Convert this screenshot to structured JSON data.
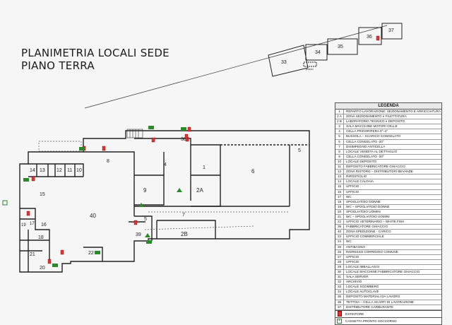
{
  "title": {
    "line1": "PLANIMETRIA LOCALI SEDE",
    "line2": "PIANO TERRA"
  },
  "rooms": {
    "r1": "1",
    "r2A": "2A",
    "r2B": "2B",
    "r4": "4",
    "r5a": "5",
    "r5b": "5",
    "r6": "6",
    "r7": "7",
    "r8": "8",
    "r9": "9",
    "r10": "10",
    "r11": "11",
    "r12": "12",
    "r13": "13",
    "r14": "14",
    "r15": "15",
    "r16": "16",
    "r17": "17",
    "r18": "18",
    "r19": "19",
    "r20": "20",
    "r21": "21",
    "r22": "22",
    "r33": "33",
    "r34": "34",
    "r35": "35",
    "r36": "36",
    "r37": "37",
    "r38": "38",
    "r39": "39",
    "r40": "40",
    "pozzo": "pozzo"
  },
  "legend": {
    "title": "LEGENDA",
    "items": [
      {
        "n": "1",
        "t": "REPARTO LAVORAZIONE: SEZIONAMENTO E ARRICCIATURA"
      },
      {
        "n": "2 A",
        "t": "ZONA SEZIONAMENTO e FILETTATURA"
      },
      {
        "n": "2 B",
        "t": "LABORATORIO TECNICO e DEPOSITO"
      },
      {
        "n": "3",
        "t": "SALA MACCHINE MOTORI CELLE"
      },
      {
        "n": "4",
        "t": "CELLA FRIGORIFERA 0°÷4°"
      },
      {
        "n": "5",
        "t": "BUSSOLA – SCARICO CONGELATO"
      },
      {
        "n": "6",
        "t": "CELLA CONGELATO -20°"
      },
      {
        "n": "7",
        "t": "DISIMPEGNO ANTICELLA"
      },
      {
        "n": "8",
        "t": "LOCALE VENDITA AL DETTAGLIO"
      },
      {
        "n": "9",
        "t": "CELLA CONGELATO -20°"
      },
      {
        "n": "10",
        "t": "LOCALE DEPOSITO"
      },
      {
        "n": "11",
        "t": "DEPOSITO FABBRICATORE GHIACCIO"
      },
      {
        "n": "12",
        "t": "ZONA RISTORO – DISTRIBUTORI BEVANDE"
      },
      {
        "n": "13",
        "t": "RIPOSTIGLIO"
      },
      {
        "n": "14",
        "t": "LOCALE CALDAIA"
      },
      {
        "n": "15",
        "t": "UFFICIO"
      },
      {
        "n": "16",
        "t": "UFFICIO"
      },
      {
        "n": "17",
        "t": "WC"
      },
      {
        "n": "18",
        "t": "SPOGLIATOIO DONNE"
      },
      {
        "n": "19",
        "t": "WC – SPOGLIATOIO DONNE"
      },
      {
        "n": "20",
        "t": "SPOGLIATOIO UOMINI"
      },
      {
        "n": "21",
        "t": "WC – SPOGLIATOIO UOMINI"
      },
      {
        "n": "22",
        "t": "UFFICIO VETERINARIO – WHITE FISH"
      },
      {
        "n": "39",
        "t": "FABBRICATORE GHIACCIO"
      },
      {
        "n": "40",
        "t": "ZONA SPEDIZIONE - CARICO"
      },
      {
        "n": "23",
        "t": "UFFICIO COMMERCIALE"
      },
      {
        "n": "24",
        "t": "WC"
      },
      {
        "n": "25",
        "t": "ANTIBAGNO"
      },
      {
        "n": "26",
        "t": "INGRESSO CORRIDOIO COMUNE"
      },
      {
        "n": "27",
        "t": "UFFICIO"
      },
      {
        "n": "28",
        "t": "UFFICIO"
      },
      {
        "n": "29",
        "t": "LOCALE IMBALLAGGI"
      },
      {
        "n": "30",
        "t": "LOCALE MACCHINE FABBRICATORE GHIACCIO"
      },
      {
        "n": "31",
        "t": "SALA SERVER"
      },
      {
        "n": "32",
        "t": "ARCHIVIO"
      },
      {
        "n": "33",
        "t": "LOCALE SGOMBERO"
      },
      {
        "n": "34",
        "t": "LOCALE AUTOCLAVE"
      },
      {
        "n": "35",
        "t": "DEPOSITO MATERIALI DA LAVORO"
      },
      {
        "n": "36",
        "t": "TETTOIA – CELLA SCARTI DI LAVORAZIONE"
      },
      {
        "n": "37",
        "t": "DISTRIBUTORE CARBURANTE"
      }
    ],
    "symbols": {
      "extinguisher": "ESTINTORE",
      "first_aid": "CASSETTA PRONTO SOCCORSO"
    }
  },
  "colors": {
    "wall": "#222222",
    "extinguisher": "#d33333",
    "exit_sign": "#2a8a2a"
  }
}
